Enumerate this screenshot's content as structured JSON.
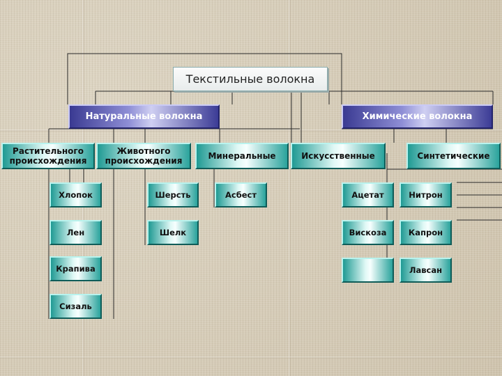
{
  "title": "Текстильные волокна",
  "categories": {
    "natural": "Натуральные волокна",
    "chemical": "Химические волокна"
  },
  "subcategories": {
    "plant": "Растительного происхождения",
    "animal": "Животного происхождения",
    "mineral": "Минеральные",
    "artificial": "Искусственные",
    "synthetic": "Синтетические"
  },
  "items": {
    "plant": [
      "Хлопок",
      "Лен",
      "Крапива",
      "Сизаль"
    ],
    "animal": [
      "Шерсть",
      "Шелк"
    ],
    "mineral": [
      "Асбест"
    ],
    "artificial": [
      "Ацетат",
      "Вискоза",
      ""
    ],
    "synthetic": [
      "Нитрон",
      "Капрон",
      "Лавсан"
    ]
  },
  "colors": {
    "natural_box": "#5a5ab0",
    "teal_box": "#1f9a93",
    "line": "#222222",
    "background": "#d9d0bd"
  }
}
